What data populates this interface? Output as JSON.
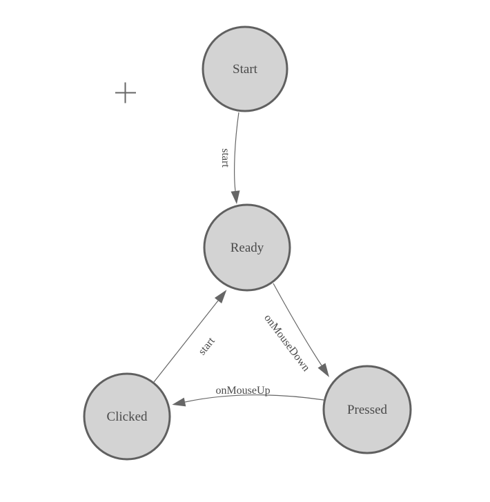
{
  "diagram": {
    "nodes": [
      {
        "id": "start",
        "label": "Start"
      },
      {
        "id": "ready",
        "label": "Ready"
      },
      {
        "id": "clicked",
        "label": "Clicked"
      },
      {
        "id": "pressed",
        "label": "Pressed"
      }
    ],
    "edges": [
      {
        "from": "Start",
        "to": "Ready",
        "label": "start"
      },
      {
        "from": "Ready",
        "to": "Pressed",
        "label": "onMouseDown"
      },
      {
        "from": "Pressed",
        "to": "Clicked",
        "label": "onMouseUp"
      },
      {
        "from": "Clicked",
        "to": "Ready",
        "label": "start"
      }
    ],
    "icons": [
      {
        "name": "plus-crosshair",
        "glyph": "+"
      }
    ]
  },
  "colors": {
    "background": "#ffffff",
    "node_fill": "#d3d3d3",
    "node_border": "#606060",
    "edge": "#666666",
    "label": "#4a4a4a",
    "cursor": "#666666"
  }
}
